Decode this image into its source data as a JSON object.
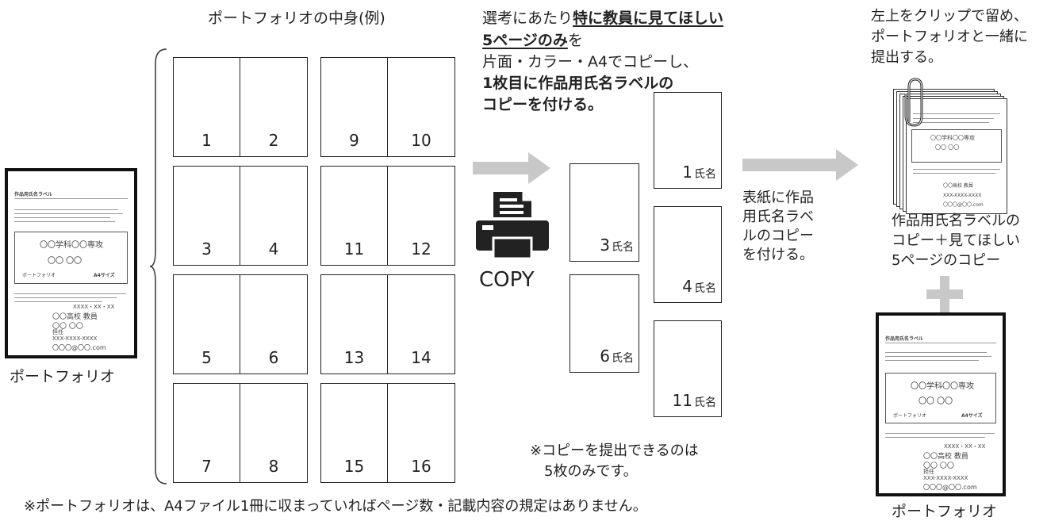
{
  "portfolio_contents_title": "ポートフォリオの中身(例)",
  "page_numbers": [
    "1",
    "2",
    "9",
    "10",
    "3",
    "4",
    "11",
    "12",
    "5",
    "6",
    "13",
    "14",
    "7",
    "8",
    "15",
    "16"
  ],
  "instruction": {
    "line1_prefix": "選考にあたり",
    "line1_bold": "特に教員に見てほしい",
    "line2_bold": "5ページのみ",
    "line2_suffix": "を",
    "line3": "片面・カラー・A4でコピーし、",
    "line4": "1枚目に作品用氏名ラベルの",
    "line5": "コピーを付ける。"
  },
  "copy_label": "COPY",
  "copies": [
    {
      "num": "3",
      "suffix": "氏名"
    },
    {
      "num": "6",
      "suffix": "氏名"
    },
    {
      "num": "1",
      "suffix": "氏名"
    },
    {
      "num": "4",
      "suffix": "氏名"
    },
    {
      "num": "11",
      "suffix": "氏名"
    }
  ],
  "cover_note": [
    "表紙に作品",
    "用氏名ラベ",
    "ルのコピー",
    "を付ける。"
  ],
  "copy_note": [
    "※コピーを提出できるのは",
    "5枚のみです。"
  ],
  "clip_note": [
    "左上をクリップで留め、",
    "ポートフォリオと一緒に",
    "提出する。"
  ],
  "bundle_caption": [
    "作品用氏名ラベルの",
    "コピー＋見てほしい",
    "5ページのコピー"
  ],
  "portfolio_label_left": "ポートフォリオ",
  "portfolio_label_right": "ポートフォリオ",
  "footer_note": "※ポートフォリオは、A4ファイル1冊に収まっていればページ数・記載内容の規定はありません。",
  "doc_sample": {
    "title": "作品用氏名ラベル",
    "major": "〇〇学科〇〇専攻",
    "name": "〇〇 〇〇",
    "work_type": "ポートフォリオ",
    "size": "A4サイズ",
    "date": "XXXX・XX・XX",
    "school": "〇〇高校 教員",
    "person": "〇〇 〇〇",
    "role": "担任",
    "phone": "XXX-XXXX-XXXX",
    "email": "〇〇〇@〇〇.com"
  },
  "colors": {
    "arrow": "#c8c8c8",
    "line": "#222222",
    "doc_border": "#111111"
  }
}
